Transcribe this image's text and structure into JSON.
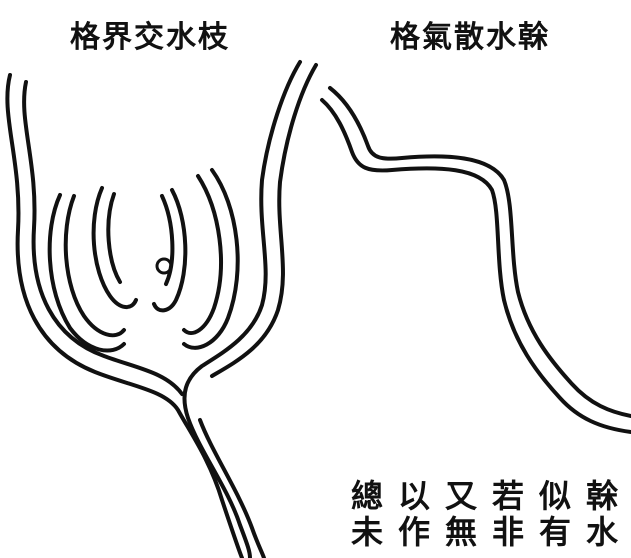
{
  "titles": {
    "left": "格界交水枝",
    "right": "格氣散水榦"
  },
  "caption": {
    "columns": [
      [
        "榦",
        "水"
      ],
      [
        "似",
        "有"
      ],
      [
        "若",
        "非"
      ],
      [
        "又",
        "無"
      ],
      [
        "以",
        "作"
      ],
      [
        "總",
        "未"
      ]
    ]
  },
  "colors": {
    "ink": "#111111",
    "paper": "#ffffff"
  }
}
